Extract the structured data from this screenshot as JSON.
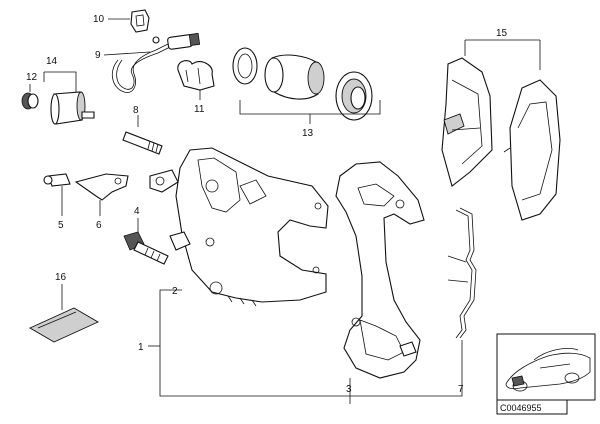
{
  "diagram": {
    "callouts": [
      {
        "key": "c10",
        "text": "10"
      },
      {
        "key": "c9",
        "text": "9"
      },
      {
        "key": "c14",
        "text": "14"
      },
      {
        "key": "c12",
        "text": "12"
      },
      {
        "key": "c13",
        "text": "13"
      },
      {
        "key": "c15",
        "text": "15"
      },
      {
        "key": "c8a",
        "text": "8"
      },
      {
        "key": "c11",
        "text": "11"
      },
      {
        "key": "c5",
        "text": "5"
      },
      {
        "key": "c6",
        "text": "6"
      },
      {
        "key": "c4",
        "text": "4"
      },
      {
        "key": "c16",
        "text": "16"
      },
      {
        "key": "c2",
        "text": "2"
      },
      {
        "key": "c1",
        "text": "1"
      },
      {
        "key": "c3",
        "text": "3"
      },
      {
        "key": "c7",
        "text": "7"
      }
    ],
    "diagram_id": "C0046955"
  }
}
